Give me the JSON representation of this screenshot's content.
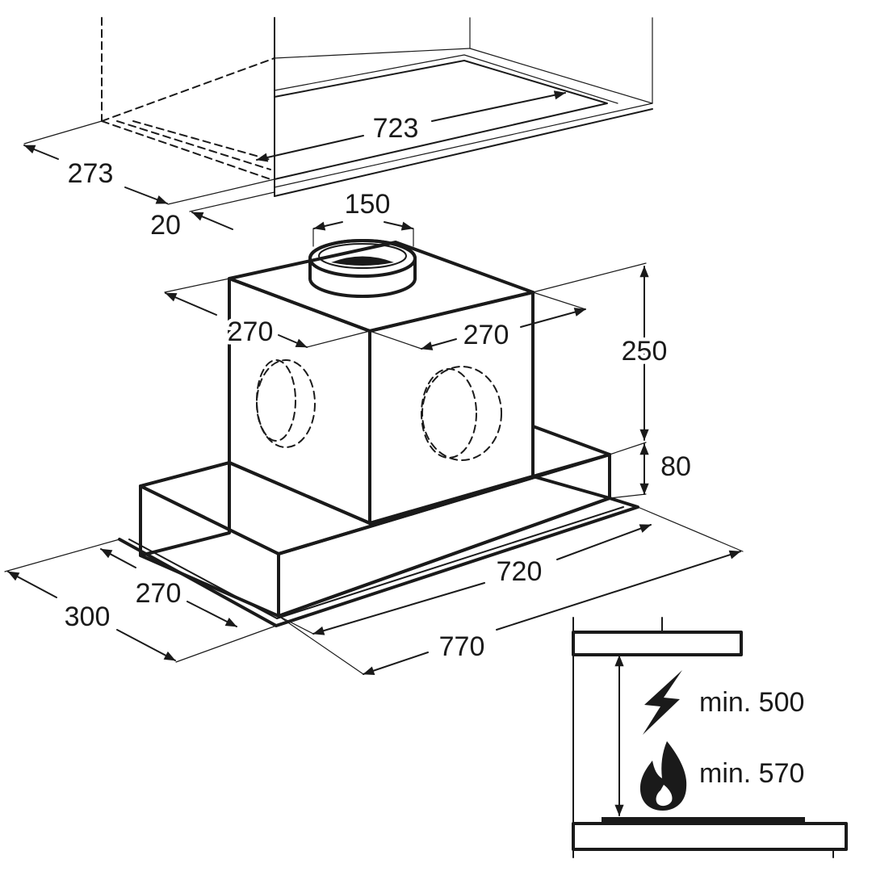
{
  "cabinet": {
    "width_label": "723",
    "depth_label": "273",
    "offset_label": "20"
  },
  "hood": {
    "outlet_label": "150",
    "motor_width_label": "270",
    "motor_depth_label": "270",
    "motor_height_label": "250",
    "base_height_label": "80",
    "inner_width_label": "720",
    "inner_depth_label": "270",
    "outer_width_label": "770",
    "outer_depth_label": "300"
  },
  "clearance": {
    "electric_label": "min. 500",
    "gas_label": "min. 570",
    "electric_icon": "lightning-icon",
    "gas_icon": "flame-icon"
  }
}
